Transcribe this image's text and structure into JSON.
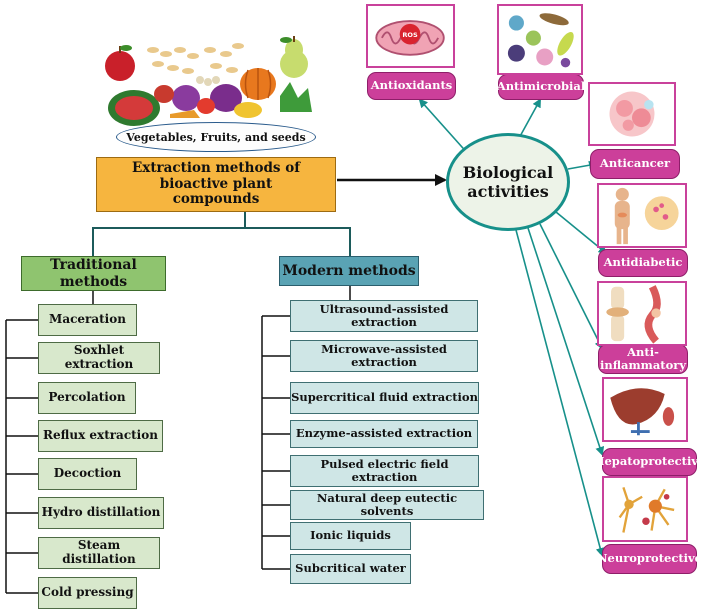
{
  "source_label": "Vegetables, Fruits, and seeds",
  "main_title": "Extraction methods of bioactive plant compounds",
  "bio_title": "Biological activities",
  "traditional": {
    "header": "Traditional methods",
    "items": [
      "Maceration",
      "Soxhlet extraction",
      "Percolation",
      "Reflux extraction",
      "Decoction",
      "Hydro distillation",
      "Steam distillation",
      "Cold pressing"
    ]
  },
  "modern": {
    "header": "Modern methods",
    "items": [
      "Ultrasound-assisted extraction",
      "Microwave-assisted extraction",
      "Supercritical fluid extraction",
      "Enzyme-assisted extraction",
      "Pulsed electric field extraction",
      "Natural deep eutectic solvents",
      "Ionic liquids",
      "Subcritical water"
    ]
  },
  "activities": [
    "Antioxidants",
    "Antimicrobial",
    "Anticancer",
    "Antidiabetic",
    "Anti-inflammatory",
    "Hepatoprotective",
    "Neuroprotective"
  ],
  "ros_label": "ROS",
  "colors": {
    "main": "#f6b53f",
    "traditional_header": "#8fc46f",
    "traditional_item": "#d8e8cc",
    "modern_header": "#5aa3b4",
    "modern_item": "#cfe6e6",
    "activity": "#cc3f9a",
    "connector": "#17908a"
  },
  "icons": [
    "fruit-vegetable-pile-icon",
    "mitochondria-icon",
    "microbes-icon",
    "cancer-cell-icon",
    "pancreas-icon",
    "knee-joint-icon",
    "liver-icon",
    "neuron-icon"
  ]
}
